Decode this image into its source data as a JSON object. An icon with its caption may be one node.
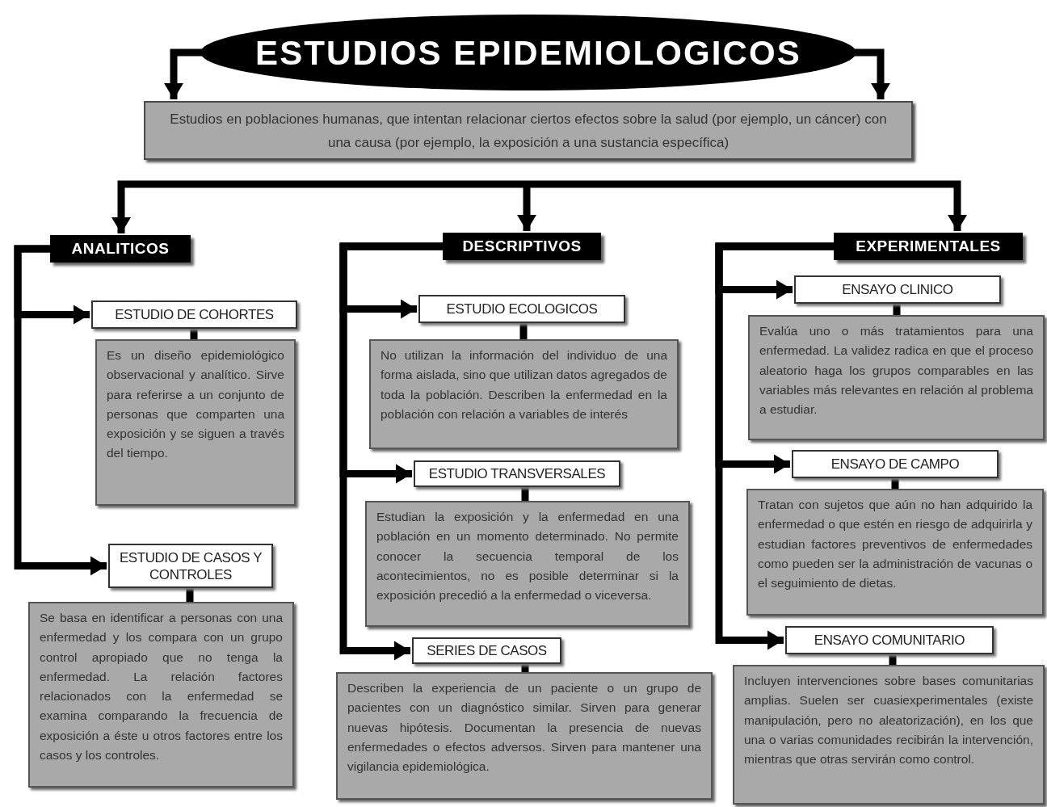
{
  "diagram": {
    "nodes": [
      {
        "text": [
          "ESTUDIOS EPIDEMIOLOGICOS"
        ]
      },
      {
        "text": [
          "Estudios en poblaciones humanas, que intentan relacionar ciertos efectos sobre la salud (por ejemplo, un cáncer) con una causa (por ejemplo, la exposición a una sustancia específica)"
        ]
      },
      {
        "text": [
          "ANALITICOS"
        ]
      },
      {
        "text": [
          "DESCRIPTIVOS"
        ]
      },
      {
        "text": [
          "EXPERIMENTALES"
        ]
      },
      {
        "text": [
          "ESTUDIO DE COHORTES"
        ]
      },
      {
        "text": [
          "Es un diseño epidemiológico observacional y analítico. Sirve para referirse a un conjunto de personas que comparten una exposición y se siguen a través del tiempo."
        ]
      },
      {
        "text": [
          "ESTUDIO DE CASOS Y CONTROLES"
        ]
      },
      {
        "text": [
          "Se basa en identificar a personas con una enfermedad y los compara con un grupo control apropiado que no tenga la enfermedad. La relación factores relacionados con la enfermedad se examina comparando la frecuencia de exposición a éste u otros factores entre los casos y los controles."
        ]
      },
      {
        "text": [
          "ESTUDIO ECOLOGICOS"
        ]
      },
      {
        "text": [
          "No utilizan la información del individuo de una forma aislada, sino que utilizan datos agregados de toda la población. Describen la enfermedad en la población con relación a variables de interés"
        ]
      },
      {
        "text": [
          "ESTUDIO TRANSVERSALES"
        ]
      },
      {
        "text": [
          "Estudian la exposición y la enfermedad en una población en un momento determinado. No permite conocer la secuencia temporal de los acontecimientos, no es posible determinar si la exposición precedió a la enfermedad o viceversa."
        ]
      },
      {
        "text": [
          "SERIES DE CASOS"
        ]
      },
      {
        "text": [
          "Describen la experiencia de un paciente o un grupo de pacientes con un diagnóstico similar. Sirven para generar nuevas hipótesis. Documentan la presencia de nuevas enfermedades o efectos adversos. Sirven para mantener una vigilancia epidemiológica."
        ]
      },
      {
        "text": [
          "ENSAYO CLINICO"
        ]
      },
      {
        "text": [
          "Evalúa uno o más tratamientos para una enfermedad. La validez radica en que el proceso aleatorio haga los grupos comparables en las variables más relevantes en relación al problema a estudiar."
        ]
      },
      {
        "text": [
          "ENSAYO DE CAMPO"
        ]
      },
      {
        "text": [
          "Tratan con sujetos que aún no han adquirido la enfermedad o que estén en riesgo de adquirirla y estudian factores preventivos de enfermedades como pueden ser la administración de vacunas o el seguimiento de dietas."
        ]
      },
      {
        "text": [
          "ENSAYO COMUNITARIO"
        ]
      },
      {
        "text": [
          "Incluyen intervenciones sobre bases comunitarias amplias. Suelen ser cuasiexperimentales (existe manipulación, pero no aleatorización), en los que una o varias comunidades recibirán la intervención, mientras que otras servirán como control."
        ]
      }
    ],
    "edges": [
      {
        "from": 0,
        "to": 1,
        "arrow": "to"
      },
      {
        "from": 0,
        "to": 1,
        "arrow": "to"
      },
      {
        "from": null,
        "to": 2,
        "arrow": "to"
      },
      {
        "from": null,
        "to": 3,
        "arrow": "to"
      },
      {
        "from": null,
        "to": 4,
        "arrow": "to"
      },
      {
        "from": 2,
        "to": 5,
        "arrow": "to"
      },
      {
        "from": 2,
        "to": 7,
        "arrow": "to"
      },
      {
        "from": 3,
        "to": 9,
        "arrow": "to"
      },
      {
        "from": 3,
        "to": 11,
        "arrow": "to"
      },
      {
        "from": 3,
        "to": 13,
        "arrow": "to"
      },
      {
        "from": 4,
        "to": 15,
        "arrow": "to"
      },
      {
        "from": 4,
        "to": 17,
        "arrow": "to"
      },
      {
        "from": 4,
        "to": 19,
        "arrow": "to"
      },
      {
        "from": 5,
        "to": 6,
        "arrow": "none"
      },
      {
        "from": 7,
        "to": 8,
        "arrow": "none"
      },
      {
        "from": 9,
        "to": 10,
        "arrow": "none"
      },
      {
        "from": 11,
        "to": 12,
        "arrow": "none"
      },
      {
        "from": 13,
        "to": 14,
        "arrow": "none"
      },
      {
        "from": 15,
        "to": 16,
        "arrow": "none"
      },
      {
        "from": 17,
        "to": 18,
        "arrow": "none"
      },
      {
        "from": 19,
        "to": 20,
        "arrow": "none"
      }
    ]
  }
}
